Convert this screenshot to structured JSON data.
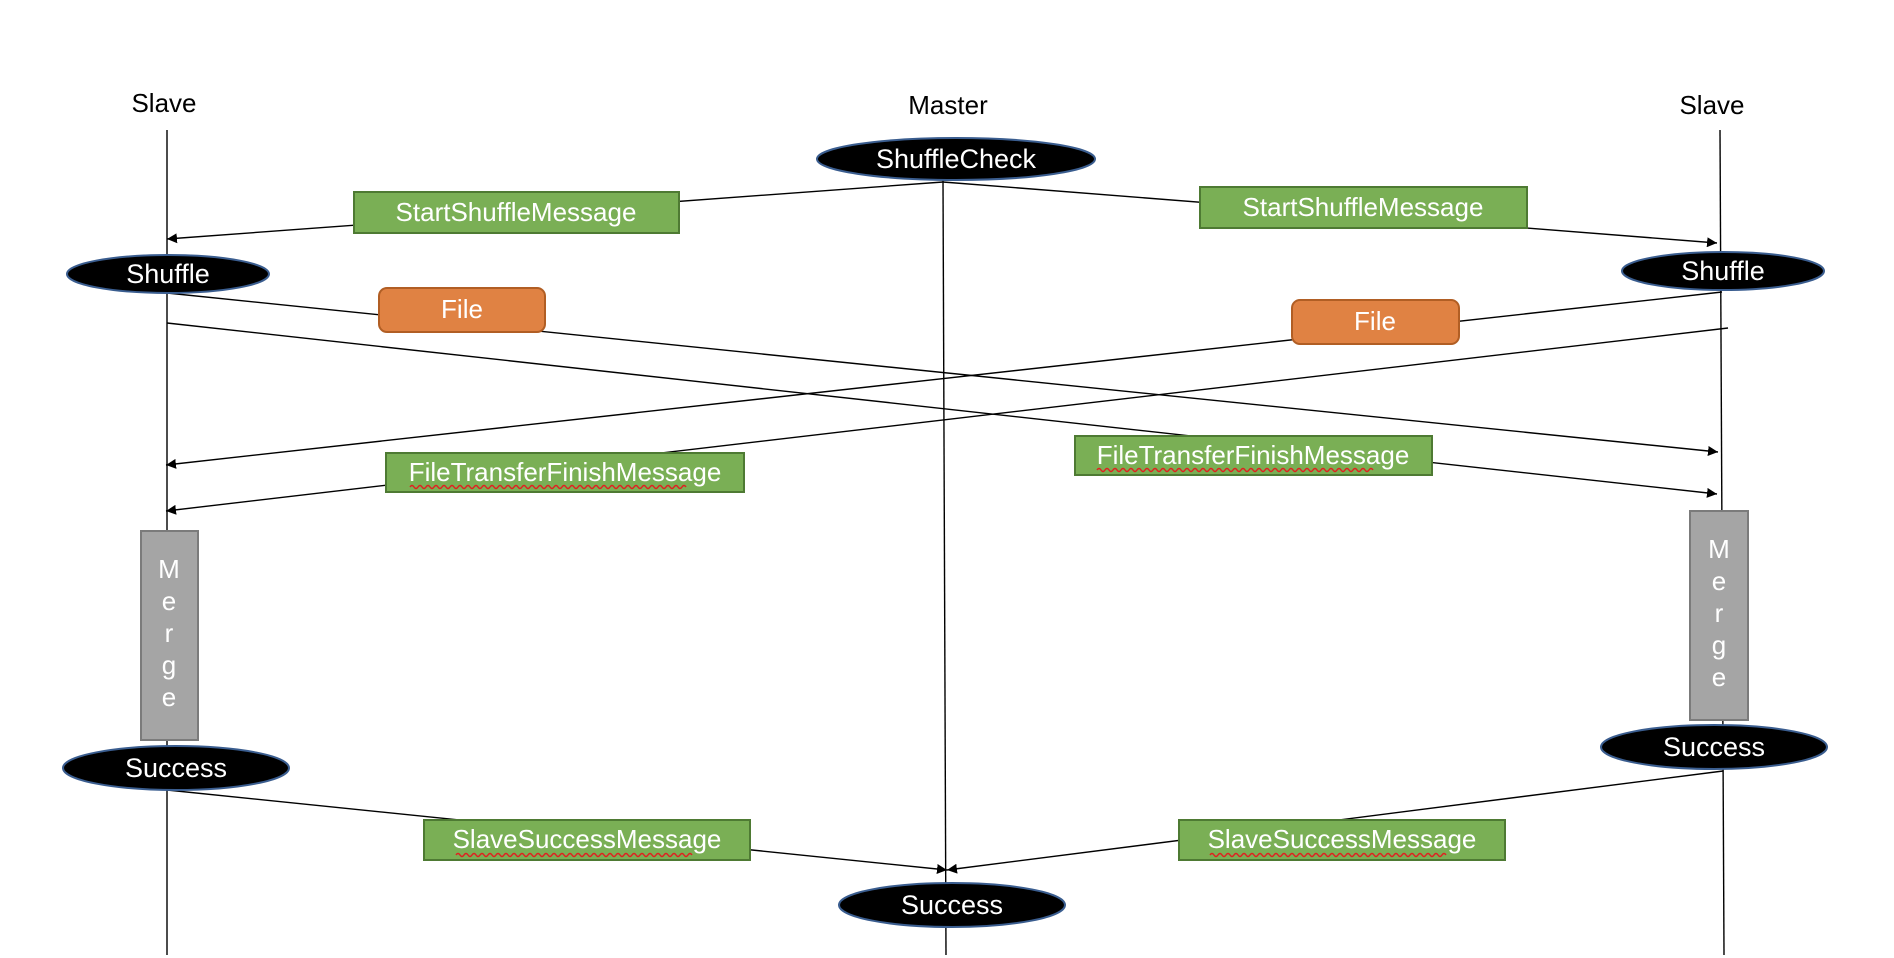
{
  "lanes": {
    "left": "Slave",
    "center": "Master",
    "right": "Slave"
  },
  "states": {
    "shuffle_check": "ShuffleCheck",
    "left_shuffle": "Shuffle",
    "right_shuffle": "Shuffle",
    "left_success": "Success",
    "right_success": "Success",
    "master_success": "Success"
  },
  "messages": {
    "start_shuffle_left": "StartShuffleMessage",
    "start_shuffle_right": "StartShuffleMessage",
    "file_left": "File",
    "file_right": "File",
    "file_transfer_finish_left": "FileTransferFinishMessage",
    "file_transfer_finish_right": "FileTransferFinishMessage",
    "slave_success_left": "SlaveSuccessMessage",
    "slave_success_right": "SlaveSuccessMessage"
  },
  "merge": {
    "left": "Merge",
    "right": "Merge"
  },
  "colors": {
    "message_green": "#7aaf55",
    "message_green_border": "#4e7a33",
    "file_orange": "#e08243",
    "file_orange_border": "#b15e24",
    "merge_gray": "#a5a5a5",
    "merge_gray_border": "#7b7b7b",
    "state_black": "#000000",
    "state_border": "#3a5d8f"
  }
}
